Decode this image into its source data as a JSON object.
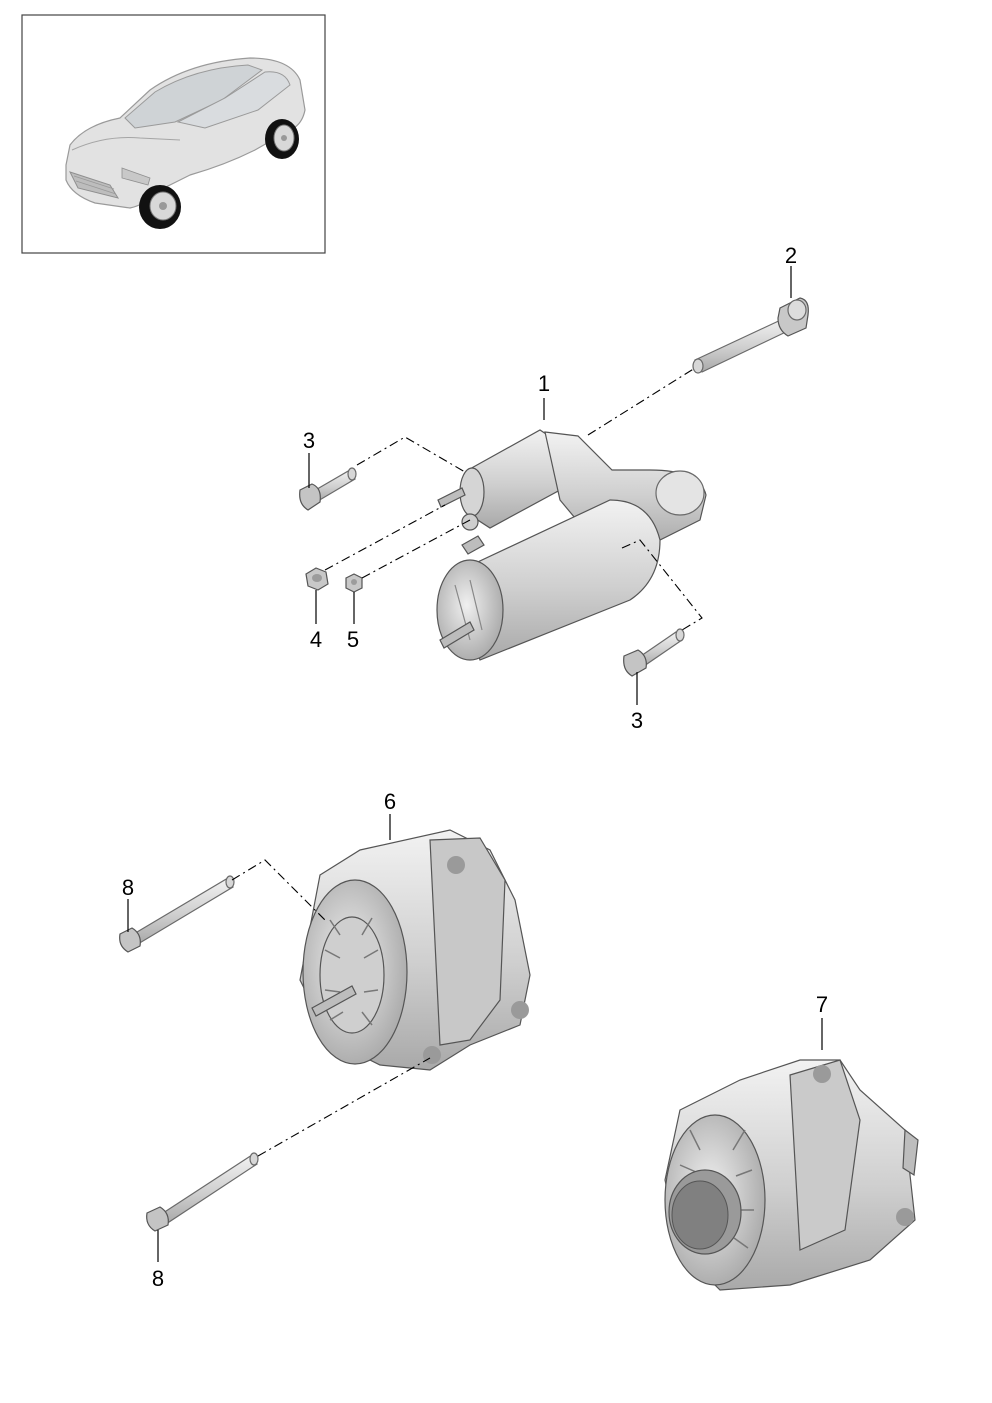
{
  "callouts": {
    "c1": "1",
    "c2": "2",
    "c3a": "3",
    "c3b": "3",
    "c4": "4",
    "c5": "5",
    "c6": "6",
    "c7": "7",
    "c8a": "8",
    "c8b": "8"
  },
  "colors": {
    "background": "#ffffff",
    "part_light": "#e9e9e9",
    "part_mid": "#c9c9c9",
    "part_dark": "#9a9a9a",
    "line": "#000000"
  }
}
